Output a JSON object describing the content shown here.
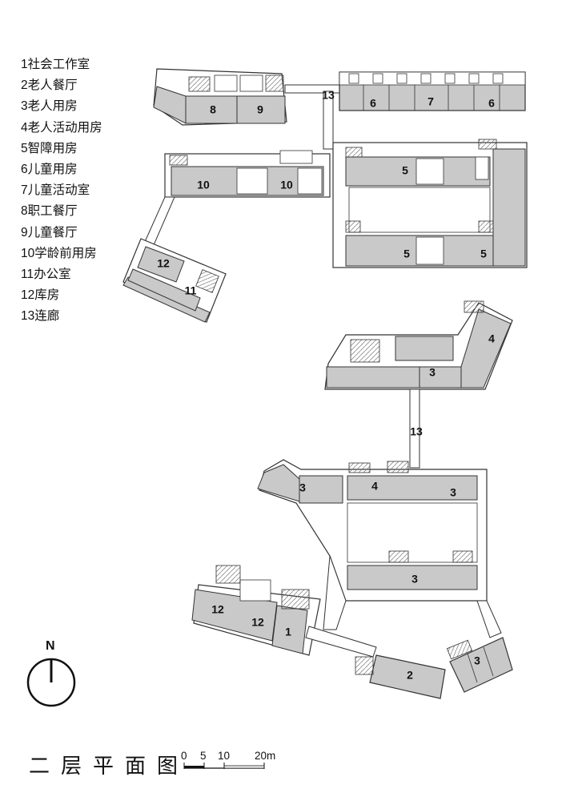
{
  "legend": [
    "1社会工作室",
    "2老人餐厅",
    "3老人用房",
    "4老人活动用房",
    "5智障用房",
    "6儿童用房",
    "7儿童活动室",
    "8职工餐厅",
    "9儿童餐厅",
    "10学龄前用房",
    "11办公室",
    "12库房",
    "13连廊"
  ],
  "title": "二层平面图",
  "scale": {
    "labels": [
      "0",
      "5",
      "10",
      "20m"
    ]
  },
  "compass": {
    "label": "N"
  },
  "colors": {
    "room_fill": "#c9c9c9",
    "wall": "#3a3a3a",
    "corridor": "#ffffff"
  },
  "room_labels": {
    "r8": "8",
    "r9": "9",
    "r13a": "13",
    "r6a": "6",
    "r7": "7",
    "r6b": "6",
    "r10a": "10",
    "r10b": "10",
    "r5a": "5",
    "r5b": "5",
    "r5c": "5",
    "r12a": "12",
    "r11": "11",
    "r4a": "4",
    "r3a": "3",
    "r13b": "13",
    "r3b": "3",
    "r4b": "4",
    "r3c": "3",
    "r3d": "3",
    "r12b": "12",
    "r12c": "12",
    "r1": "1",
    "r2": "2",
    "r3e": "3"
  }
}
